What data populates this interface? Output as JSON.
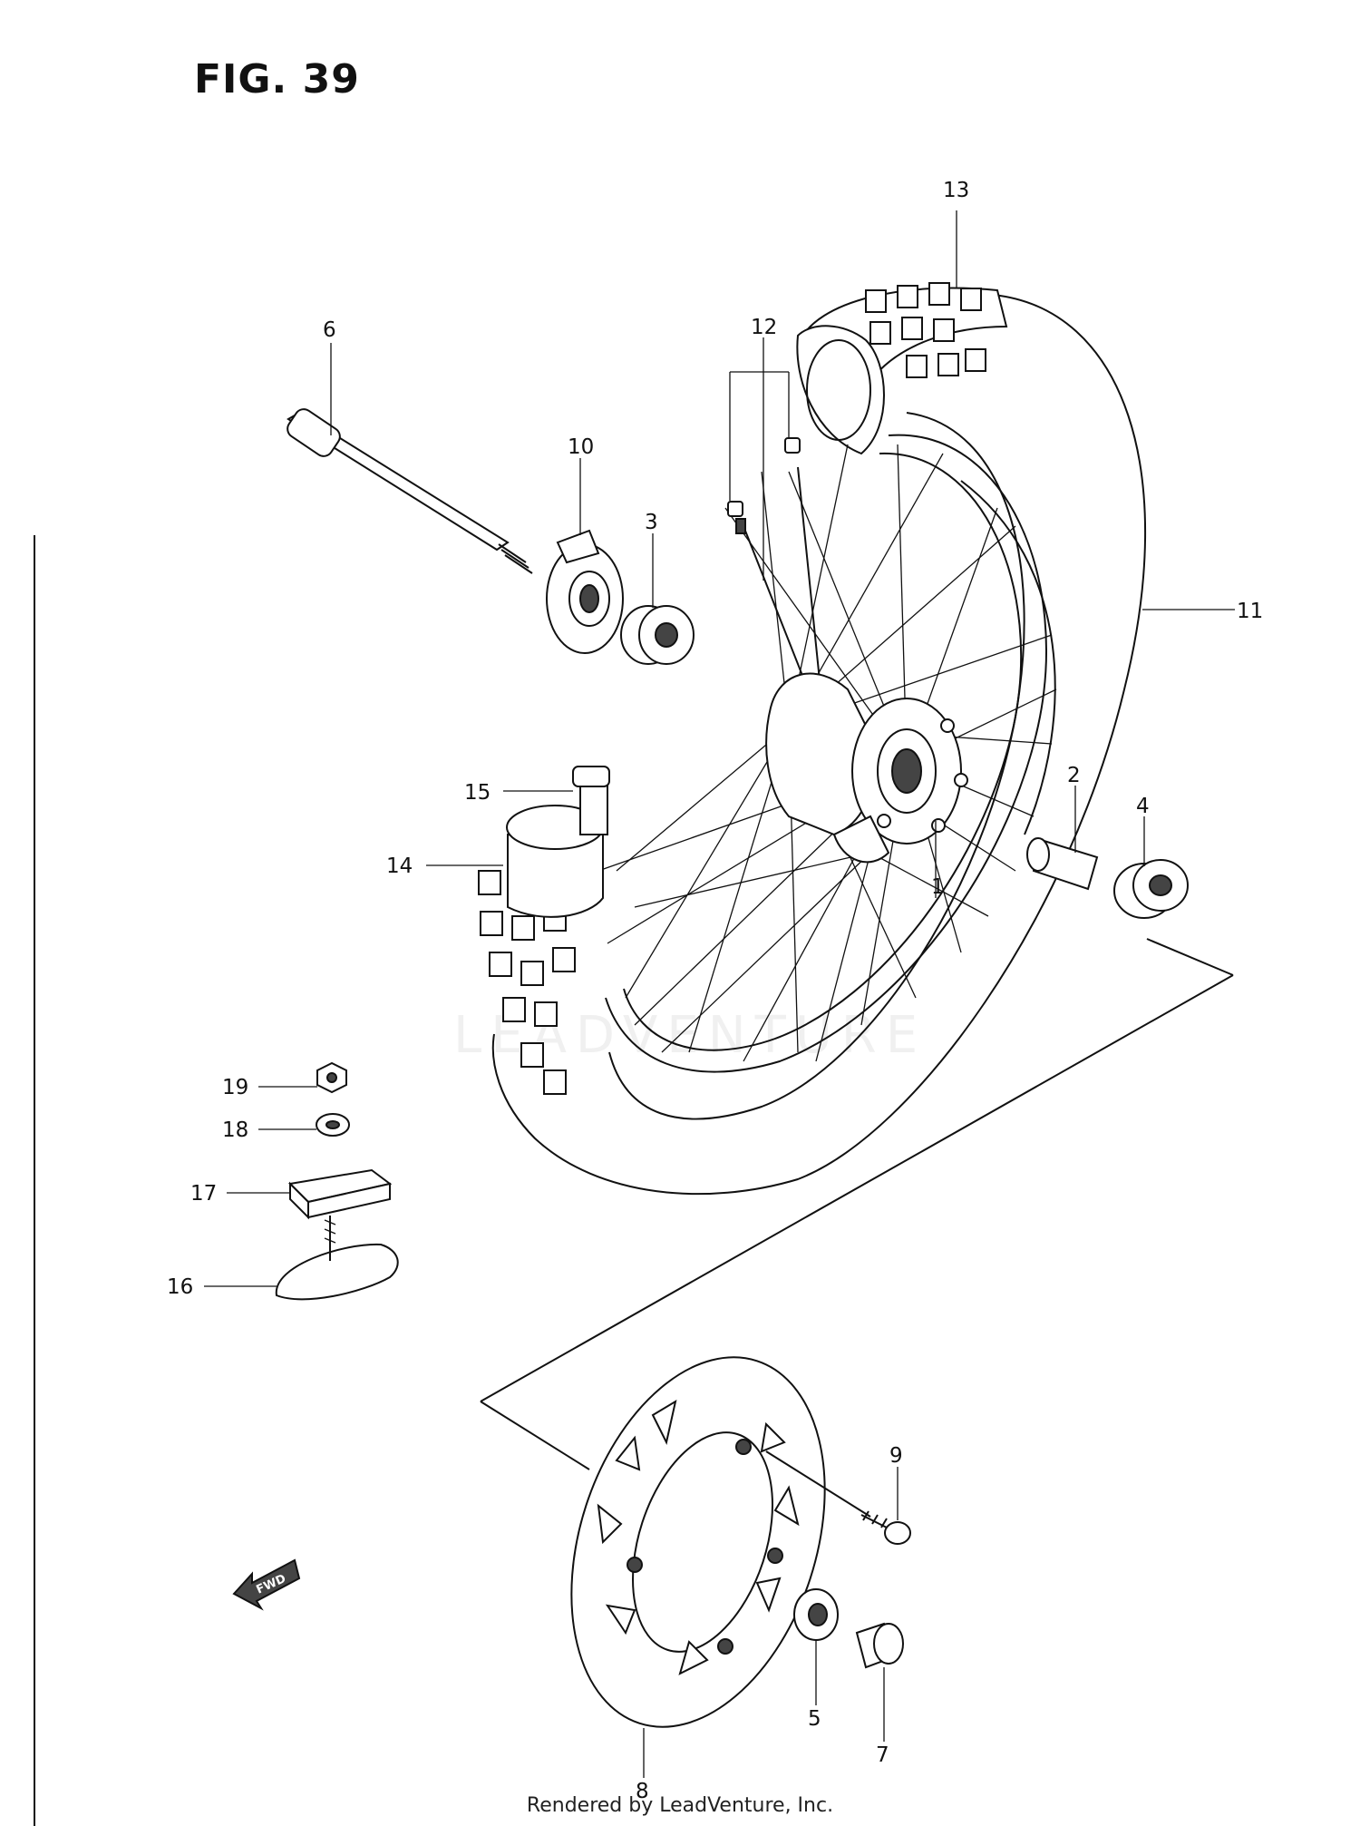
{
  "figure": {
    "title": "FIG. 39"
  },
  "callouts": [
    {
      "id": "c1",
      "label": "1"
    },
    {
      "id": "c2",
      "label": "2"
    },
    {
      "id": "c3",
      "label": "3"
    },
    {
      "id": "c4",
      "label": "4"
    },
    {
      "id": "c5",
      "label": "5"
    },
    {
      "id": "c6",
      "label": "6"
    },
    {
      "id": "c7",
      "label": "7"
    },
    {
      "id": "c8",
      "label": "8"
    },
    {
      "id": "c9",
      "label": "9"
    },
    {
      "id": "c10",
      "label": "10"
    },
    {
      "id": "c11",
      "label": "11"
    },
    {
      "id": "c12",
      "label": "12"
    },
    {
      "id": "c13",
      "label": "13"
    },
    {
      "id": "c14",
      "label": "14"
    },
    {
      "id": "c15",
      "label": "15"
    },
    {
      "id": "c16",
      "label": "16"
    },
    {
      "id": "c17",
      "label": "17"
    },
    {
      "id": "c18",
      "label": "18"
    },
    {
      "id": "c19",
      "label": "19"
    }
  ],
  "fwd_marker": "FWD",
  "footer": {
    "text": "Rendered by LeadVenture, Inc."
  },
  "watermark": {
    "text": "LEADVENTURE"
  }
}
